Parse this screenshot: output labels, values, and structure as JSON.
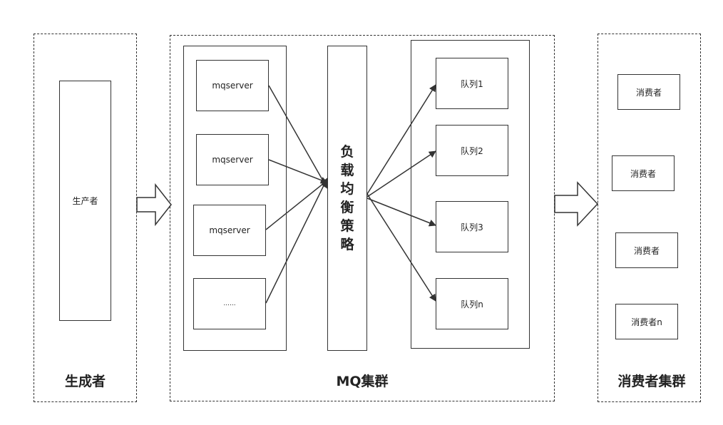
{
  "groups": {
    "producer": "生成者",
    "mq": "MQ集群",
    "consumers": "消费者集群"
  },
  "producer_node": "生产者",
  "servers": [
    "mqserver",
    "mqserver",
    "mqserver",
    "......"
  ],
  "balancer": [
    "负",
    "载",
    "均",
    "衡",
    "策",
    "略"
  ],
  "queues": [
    "队列1",
    "队列2",
    "队列3",
    "队列n"
  ],
  "consumers": [
    "消费者",
    "消费者",
    "消费者",
    "消费者n"
  ]
}
